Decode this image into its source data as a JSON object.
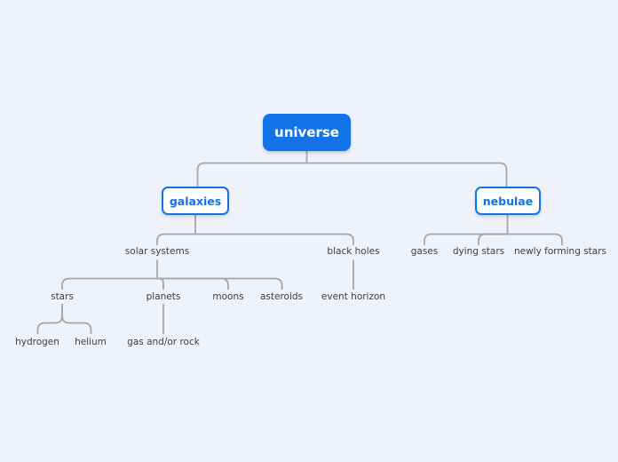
{
  "theme": {
    "background": "#eff2fb",
    "accent": "#1273e9",
    "node_text_on_accent": "#ffffff",
    "connector_color": "#a6a6a6",
    "label_color": "#3c3c40"
  },
  "tree": {
    "label": "universe",
    "children": [
      {
        "label": "galaxies",
        "children": [
          {
            "label": "solar systems",
            "children": [
              {
                "label": "stars",
                "children": [
                  {
                    "label": "hydrogen"
                  },
                  {
                    "label": "helium"
                  }
                ]
              },
              {
                "label": "planets",
                "children": [
                  {
                    "label": "gas and/or rock"
                  }
                ]
              },
              {
                "label": "moons",
                "children": []
              },
              {
                "label": "asteroids",
                "children": []
              }
            ]
          },
          {
            "label": "black holes",
            "children": [
              {
                "label": "event horizon"
              }
            ]
          }
        ]
      },
      {
        "label": "nebulae",
        "children": [
          {
            "label": "gases"
          },
          {
            "label": "dying stars"
          },
          {
            "label": "newly forming stars"
          }
        ]
      }
    ]
  }
}
